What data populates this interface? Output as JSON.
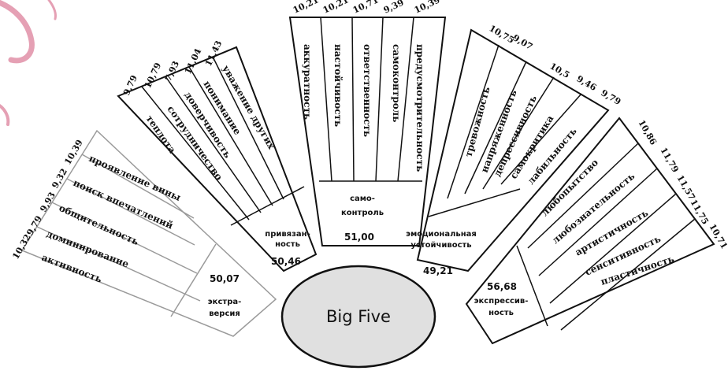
{
  "center": {
    "label": "Big Five"
  },
  "colors": {
    "accent_decoration": "#e5a0b4",
    "ellipse_fill": "#e0e0e0",
    "outline": "#111111"
  },
  "traits": [
    {
      "id": "extraversion",
      "name_line1": "экстра-",
      "name_line2": "версия",
      "score": "50,07",
      "facets": [
        "активность",
        "доминирование",
        "общительность",
        "поиск впечатлений",
        "проявление вины"
      ],
      "values": [
        "10,32",
        "9,79",
        "9,93",
        "9,32",
        "10,39"
      ]
    },
    {
      "id": "attachment",
      "name_line1": "привязан-",
      "name_line2": "ность",
      "score": "50,46",
      "facets": [
        "теплота",
        "сотрудничество",
        "доверчивость",
        "понимание",
        "уважение других"
      ],
      "values": [
        "9,79",
        "10,79",
        "7,93",
        "11,04",
        "11,43"
      ]
    },
    {
      "id": "self-control",
      "name_line1": "само-",
      "name_line2": "контроль",
      "score": "51,00",
      "facets": [
        "аккуратность",
        "настойчивость",
        "ответственность",
        "самоконтроль",
        "предусмотрительность"
      ],
      "values": [
        "10,21",
        "10,21",
        "10,71",
        "9,39",
        "10,39"
      ]
    },
    {
      "id": "emotional-stability",
      "name_line1": "эмоциональная",
      "name_line2": "устойчивость",
      "score": "49,21",
      "facets": [
        "тревожность",
        "напряженность",
        "депрессивность",
        "самокритика",
        "лабильность"
      ],
      "values": [
        "10,75",
        "9,07",
        "10,5",
        "9,46",
        "9,79"
      ]
    },
    {
      "id": "expressiveness",
      "name_line1": "экспрессив-",
      "name_line2": "ность",
      "score": "56,68",
      "facets": [
        "любопытство",
        "любознательность",
        "артистичность",
        "сенситивность",
        "пластичность"
      ],
      "values": [
        "10,86",
        "11,79",
        "11,57",
        "11,75",
        "10,71"
      ]
    }
  ]
}
